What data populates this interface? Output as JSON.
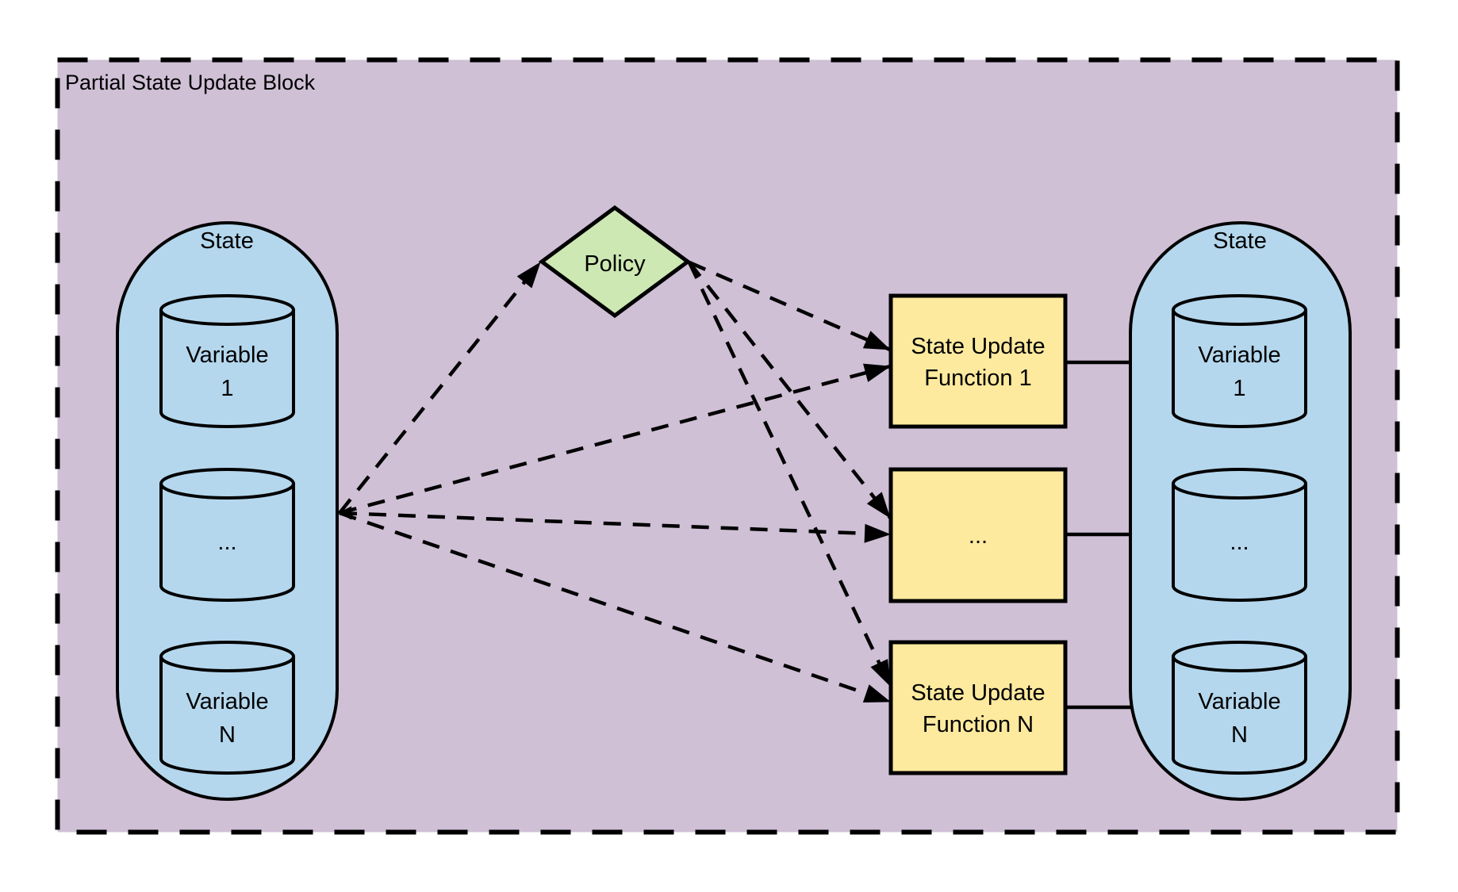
{
  "diagram": {
    "title": "Partial State Update Block",
    "left_state": {
      "label": "State",
      "variables": [
        {
          "line1": "Variable",
          "line2": "1"
        },
        {
          "line1": "...",
          "line2": ""
        },
        {
          "line1": "Variable",
          "line2": "N"
        }
      ]
    },
    "policy": {
      "label": "Policy"
    },
    "update_functions": [
      {
        "line1": "State Update",
        "line2": "Function 1"
      },
      {
        "line1": "...",
        "line2": ""
      },
      {
        "line1": "State Update",
        "line2": "Function N"
      }
    ],
    "right_state": {
      "label": "State",
      "variables": [
        {
          "line1": "Variable",
          "line2": "1"
        },
        {
          "line1": "...",
          "line2": ""
        },
        {
          "line1": "Variable",
          "line2": "N"
        }
      ]
    },
    "colors": {
      "block_fill": "#cfc0d6",
      "state_fill": "#b4d7ed",
      "policy_fill": "#cde8b3",
      "function_fill": "#fdea9e",
      "stroke": "#000000",
      "background": "#ffffff"
    }
  }
}
